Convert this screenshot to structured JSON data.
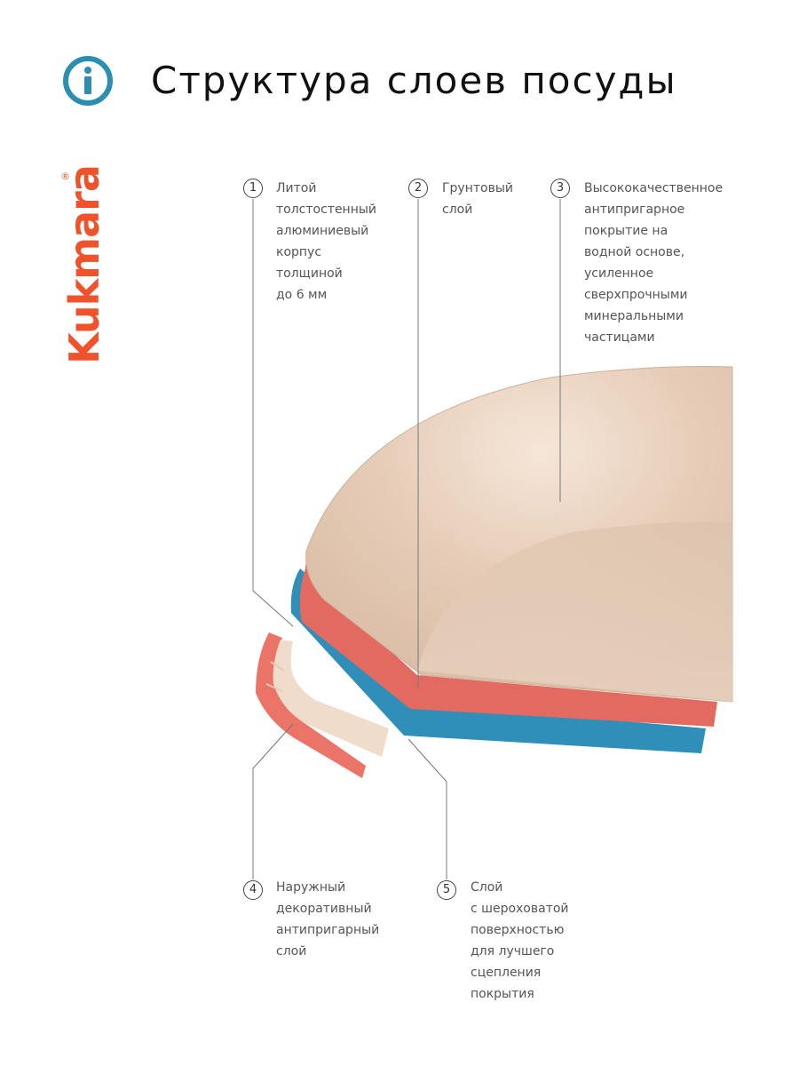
{
  "header": {
    "title": "Структура слоев посуды",
    "icon": "info-icon",
    "icon_color": "#2b8fb0"
  },
  "brand": {
    "name": "Kukmara",
    "registered_mark": "®",
    "color": "#f0522b"
  },
  "layers": [
    {
      "number": "1",
      "text": "Литой\nтолстостенный\nалюминиевый\nкорпус\nтолщиной\nдо 6 мм"
    },
    {
      "number": "2",
      "text": "Грунтовый\nслой"
    },
    {
      "number": "3",
      "text": "Высококачественное\nантипригарное\nпокрытие на\nводной основе,\nусиленное\nсверхпрочными\nминеральными\nчастицами"
    },
    {
      "number": "4",
      "text": "Наружный\nдекоративный\nантипригарный\nслой"
    },
    {
      "number": "5",
      "text": "Слой\nс шероховатой\nповерхностью\nдля лучшего\nсцепления\nпокрытия"
    }
  ],
  "colors": {
    "coating": "#e8d2bf",
    "primer": "#e36a60",
    "body": "#2f8fb8",
    "outer_layer": "#ea7467",
    "rough_layer": "#f0dccb"
  }
}
